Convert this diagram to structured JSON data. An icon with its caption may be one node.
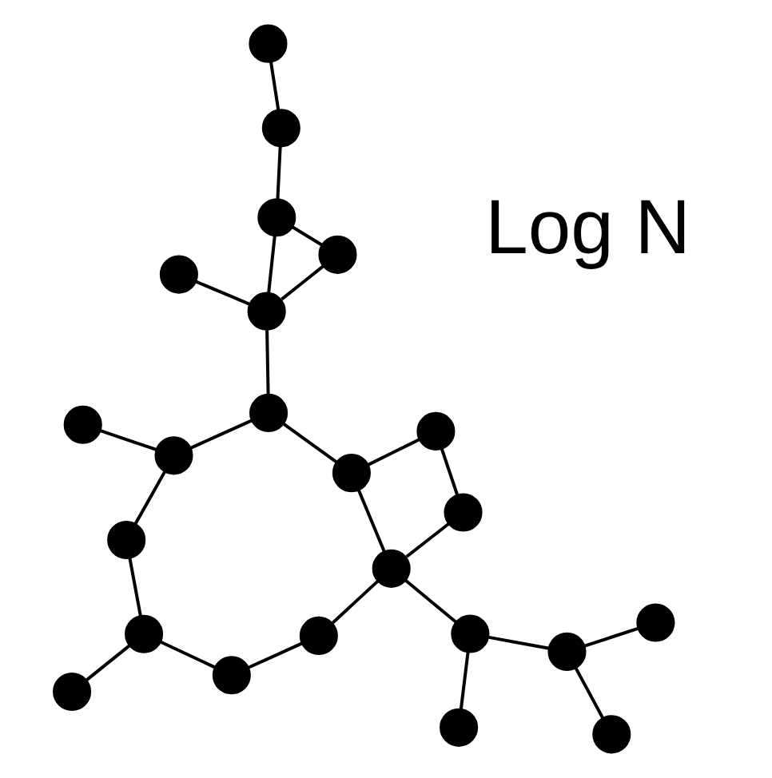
{
  "diagram": {
    "nodes": [
      {
        "text": [],
        "shape": "circle"
      },
      {
        "text": [],
        "shape": "circle"
      },
      {
        "text": [],
        "shape": "circle"
      },
      {
        "text": [],
        "shape": "circle"
      },
      {
        "text": [],
        "shape": "circle"
      },
      {
        "text": [],
        "shape": "circle"
      },
      {
        "text": [],
        "shape": "circle"
      },
      {
        "text": [],
        "shape": "circle"
      },
      {
        "text": [],
        "shape": "circle"
      },
      {
        "text": [],
        "shape": "circle"
      },
      {
        "text": [],
        "shape": "circle"
      },
      {
        "text": [],
        "shape": "circle"
      },
      {
        "text": [],
        "shape": "circle"
      },
      {
        "text": [],
        "shape": "circle"
      },
      {
        "text": [],
        "shape": "circle"
      },
      {
        "text": [],
        "shape": "circle"
      },
      {
        "text": [],
        "shape": "circle"
      },
      {
        "text": [],
        "shape": "circle"
      },
      {
        "text": [],
        "shape": "circle"
      },
      {
        "text": [],
        "shape": "circle"
      },
      {
        "text": [],
        "shape": "circle"
      },
      {
        "text": [],
        "shape": "circle"
      },
      {
        "text": [],
        "shape": "circle"
      }
    ],
    "edges": [
      {
        "from": 0,
        "to": 5,
        "arrow": "none"
      },
      {
        "from": 5,
        "to": 3,
        "arrow": "none"
      },
      {
        "from": 3,
        "to": 6,
        "arrow": "none"
      },
      {
        "from": 6,
        "to": 10,
        "arrow": "none"
      },
      {
        "from": 5,
        "to": 8,
        "arrow": "none"
      },
      {
        "from": 8,
        "to": 11,
        "arrow": "none"
      },
      {
        "from": 11,
        "to": 13,
        "arrow": "none"
      },
      {
        "from": 11,
        "to": 15,
        "arrow": "none"
      },
      {
        "from": 15,
        "to": 14,
        "arrow": "none"
      },
      {
        "from": 14,
        "to": 10,
        "arrow": "none"
      },
      {
        "from": 10,
        "to": 12,
        "arrow": "none"
      },
      {
        "from": 12,
        "to": 16,
        "arrow": "none"
      },
      {
        "from": 16,
        "to": 14,
        "arrow": "none"
      },
      {
        "from": 10,
        "to": 7,
        "arrow": "none"
      },
      {
        "from": 7,
        "to": 9,
        "arrow": "none"
      },
      {
        "from": 7,
        "to": 4,
        "arrow": "none"
      },
      {
        "from": 4,
        "to": 1,
        "arrow": "none"
      },
      {
        "from": 4,
        "to": 2,
        "arrow": "none"
      },
      {
        "from": 15,
        "to": 17,
        "arrow": "none"
      },
      {
        "from": 17,
        "to": 21,
        "arrow": "none"
      },
      {
        "from": 17,
        "to": 22,
        "arrow": "none"
      },
      {
        "from": 17,
        "to": 19,
        "arrow": "none"
      },
      {
        "from": 22,
        "to": 19,
        "arrow": "none"
      },
      {
        "from": 19,
        "to": 20,
        "arrow": "none"
      },
      {
        "from": 20,
        "to": 18,
        "arrow": "none"
      }
    ],
    "labels": [
      "Log N"
    ]
  }
}
